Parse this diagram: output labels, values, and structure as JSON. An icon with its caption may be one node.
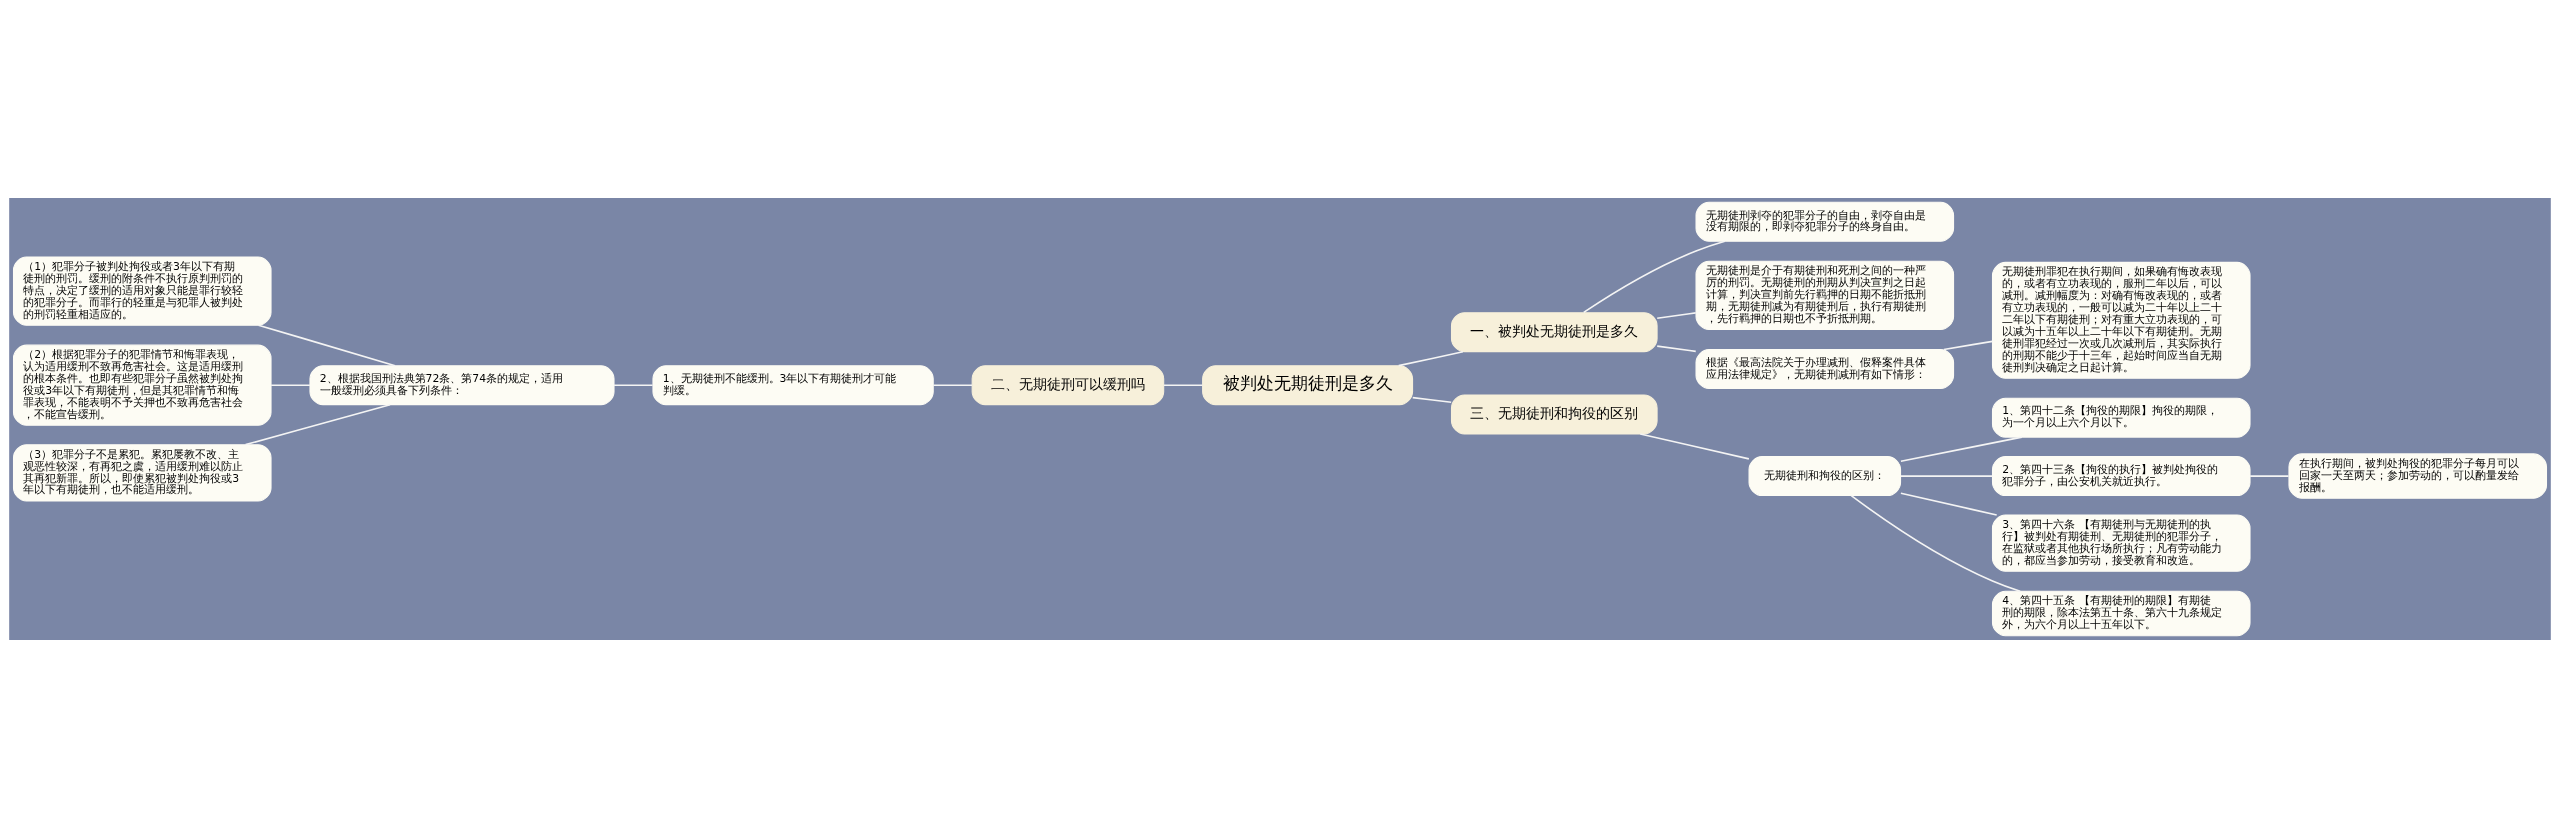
{
  "diagram": {
    "nodes": [
      {
        "text": [
          "被判处无期徒刑是多久"
        ]
      },
      {
        "text": [
          "一、被判处无期徒刑是多久"
        ]
      },
      {
        "text": [
          "无期徒刑剥夺的犯罪分子的自由，剥夺自由是没有期限的，即剥夺犯罪分子的终身自由。"
        ]
      },
      {
        "text": [
          "无期徒刑是介于有期徒刑和死刑之间的一种严厉的刑罚。无期徒刑的刑期从判决宣判之日起计算，判决宣判前先行羁押的日期不能折抵刑期，无期徒刑减为有期徒刑后，执行有期徒刑，先行羁押的日期也不予折抵刑期。"
        ]
      },
      {
        "text": [
          "根据《最高法院关于办理减刑、假释案件具体应用法律规定》，无期徒刑减刑有如下情形："
        ]
      },
      {
        "text": [
          "无期徒刑罪犯在执行期间，如果确有悔改表现的，或者有立功表现的，服刑二年以后，可以减刑。减刑幅度为：对确有悔改表现的，或者有立功表现的，一般可以减为二十年以上二十二年以下有期徒刑；对有重大立功表现的，可以减为十五年以上二十年以下有期徒刑。无期徒刑罪犯经过一次或几次减刑后，其实际执行的刑期不能少于十三年，起始时间应当自无期徒刑判决确定之日起计算。"
        ]
      },
      {
        "text": [
          "二、无期徒刑可以缓刑吗"
        ]
      },
      {
        "text": [
          "1、无期徒刑不能缓刑。3年以下有期徒刑才可能判缓。"
        ]
      },
      {
        "text": [
          "2、根据我国刑法典第72条、第74条的规定，适用一般缓刑必须具备下列条件："
        ]
      },
      {
        "text": [
          "（1）犯罪分子被判处拘役或者3年以下有期徒刑的刑罚。缓刑的附条件不执行原判刑罚的特点，决定了缓刑的适用对象只能是罪行较轻的犯罪分子。而罪行的轻重是与犯罪人被判处的刑罚轻重相适应的。"
        ]
      },
      {
        "text": [
          "（2）根据犯罪分子的犯罪情节和悔罪表现，认为适用缓刑不致再危害社会。这是适用缓刑的根本条件。也即有些犯罪分子虽然被判处拘役或3年以下有期徒刑，但是其犯罪情节和悔罪表现，不能表明不予关押也不致再危害社会，不能宣告缓刑。"
        ]
      },
      {
        "text": [
          "（3）犯罪分子不是累犯。累犯屡教不改、主观恶性较深，有再犯之虞，适用缓刑难以防止其再犯新罪。所以，即使累犯被判处拘役或3年以下有期徒刑，也不能适用缓刑。"
        ]
      },
      {
        "text": [
          "三、无期徒刑和拘役的区别"
        ]
      },
      {
        "text": [
          "无期徒刑和拘役的区别："
        ]
      },
      {
        "text": [
          "1、第四十二条【拘役的期限】拘役的期限，为一个月以上六个月以下。"
        ]
      },
      {
        "text": [
          "2、第四十三条【拘役的执行】被判处拘役的犯罪分子，由公安机关就近执行。"
        ]
      },
      {
        "text": [
          "3、第四十六条 【有期徒刑与无期徒刑的执行】被判处有期徒刑、无期徒刑的犯罪分子，在监狱或者其他执行场所执行；凡有劳动能力的，都应当参加劳动，接受教育和改造。"
        ]
      },
      {
        "text": [
          "4、第四十五条 【有期徒刑的期限】有期徒刑的期限，除本法第五十条、第六十九条规定外，为六个月以上十五年以下。"
        ]
      },
      {
        "text": [
          "在执行期间，被判处拘役的犯罪分子每月可以回家一天至两天；参加劳动的，可以酌量发给报酬。"
        ]
      }
    ],
    "edges": [
      {
        "from": 0,
        "to": 1,
        "arrow": "none"
      },
      {
        "from": 1,
        "to": 2,
        "arrow": "none"
      },
      {
        "from": 1,
        "to": 3,
        "arrow": "none"
      },
      {
        "from": 1,
        "to": 4,
        "arrow": "none"
      },
      {
        "from": 4,
        "to": 5,
        "arrow": "none"
      },
      {
        "from": 0,
        "to": 6,
        "arrow": "none"
      },
      {
        "from": 6,
        "to": 7,
        "arrow": "none"
      },
      {
        "from": 7,
        "to": 8,
        "arrow": "none"
      },
      {
        "from": 8,
        "to": 9,
        "arrow": "none"
      },
      {
        "from": 8,
        "to": 10,
        "arrow": "none"
      },
      {
        "from": 8,
        "to": 11,
        "arrow": "none"
      },
      {
        "from": 0,
        "to": 12,
        "arrow": "none"
      },
      {
        "from": 12,
        "to": 13,
        "arrow": "none"
      },
      {
        "from": 13,
        "to": 14,
        "arrow": "none"
      },
      {
        "from": 13,
        "to": 15,
        "arrow": "none"
      },
      {
        "from": 13,
        "to": 16,
        "arrow": "none"
      },
      {
        "from": 13,
        "to": 17,
        "arrow": "none"
      },
      {
        "from": 15,
        "to": 18,
        "arrow": "none"
      }
    ]
  }
}
